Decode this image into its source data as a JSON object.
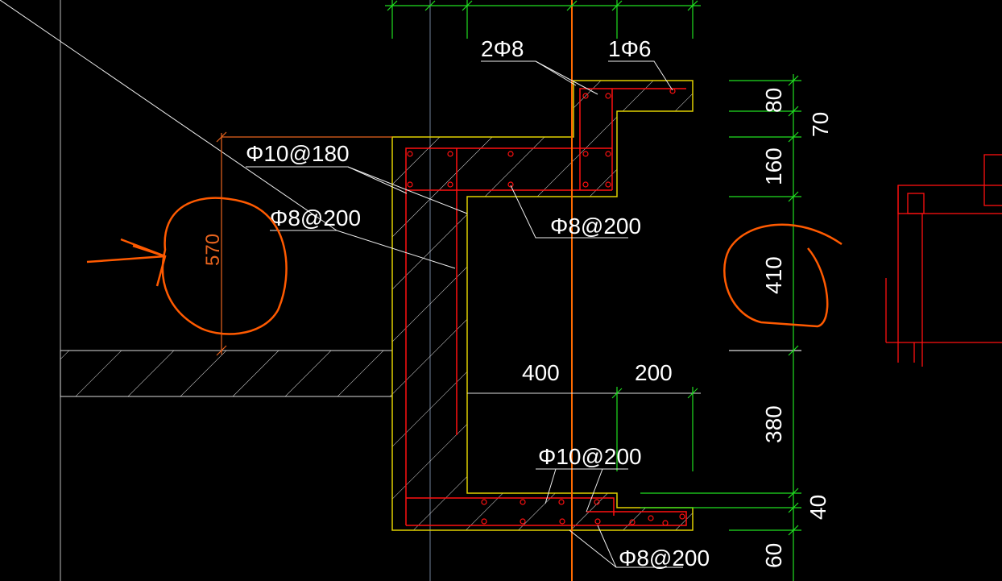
{
  "drawing": {
    "rebar_labels": {
      "top_left_corner": "2Φ8",
      "top_right_lip": "1Φ6",
      "outer_wall": "Φ10@180",
      "inner_wall": "Φ8@200",
      "top_slab": "Φ8@200",
      "bottom_slab_top": "Φ10@200",
      "bottom_slab_bottom": "Φ8@200"
    },
    "dimensions": {
      "horizontal_400": "400",
      "horizontal_200": "200",
      "vertical_80": "80",
      "vertical_70": "70",
      "vertical_160": "160",
      "vertical_410": "410",
      "vertical_380": "380",
      "vertical_40": "40",
      "vertical_60": "60",
      "annotation_570": "570"
    },
    "colors": {
      "concrete_outline": "#e0d000",
      "rebar": "#ff1010",
      "dimension": "#20e020",
      "markup": "#e8641e",
      "axis": "#ff6a00"
    }
  }
}
